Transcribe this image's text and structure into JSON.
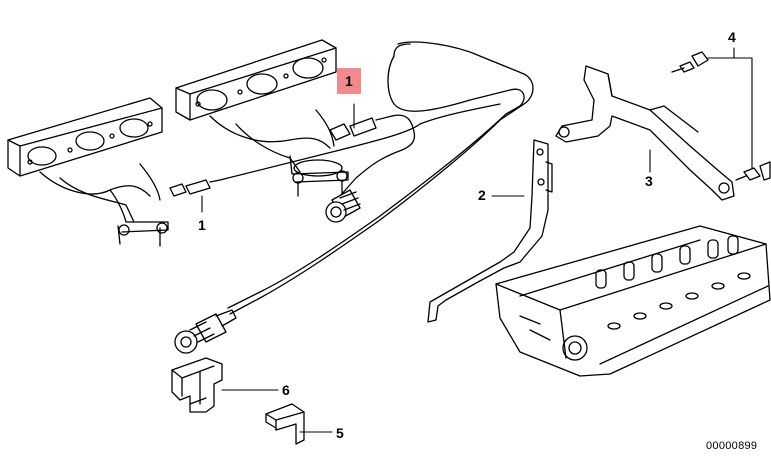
{
  "callouts": {
    "sensor_highlighted": "1",
    "sensor": "1",
    "bracket": "2",
    "support": "3",
    "screws": "4",
    "clip_small": "5",
    "clip_large": "6"
  },
  "highlight_color": "#f08a8e",
  "part_number": "00000899"
}
